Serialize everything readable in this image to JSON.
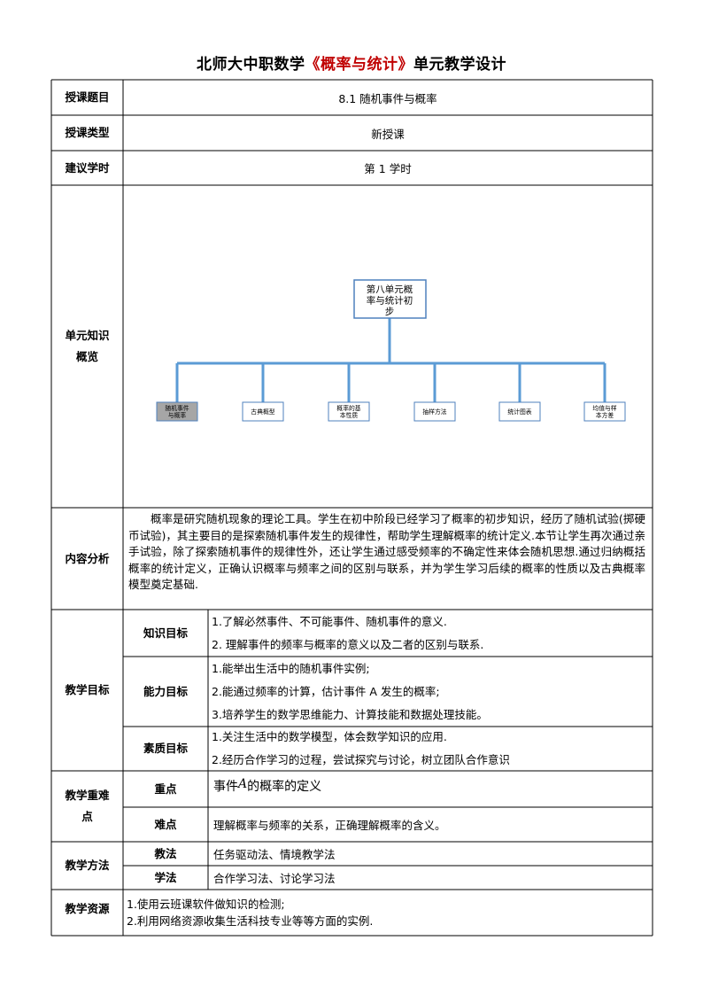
{
  "title": {
    "prefix": "北师大中职数学",
    "highlight": "《概率与统计》",
    "suffix": "单元教学设计"
  },
  "rows": {
    "topic": {
      "label": "授课题目",
      "value": "8.1 随机事件与概率"
    },
    "type": {
      "label": "授课类型",
      "value": "新授课"
    },
    "hours": {
      "label": "建议学时",
      "value": "第 1 学时"
    },
    "overview": {
      "label_line1": "单元知识",
      "label_line2": "概览"
    },
    "analysis": {
      "label": "内容分析",
      "text": "概率是研究随机现象的理论工具。学生在初中阶段已经学习了概率的初步知识，经历了随机试验(掷硬币试验)，其主要目的是探索随机事件发生的规律性，帮助学生理解概率的统计定义.本节让学生再次通过亲手试验，除了探索随机事件的规律性外，还让学生通过感受频率的不确定性来体会随机思想.通过归纳概括概率的统计定义，正确认识概率与频率之间的区别与联系，并为学生学习后续的概率的性质以及古典概率模型奠定基础."
    },
    "goals": {
      "label": "教学目标",
      "knowledge": {
        "label": "知识目标",
        "items": [
          "1.了解必然事件、不可能事件、随机事件的意义.",
          "2. 理解事件的频率与概率的意义以及二者的区别与联系."
        ]
      },
      "ability": {
        "label": "能力目标",
        "items": [
          "1.能举出生活中的随机事件实例;",
          "2.能通过频率的计算，估计事件 A 发生的概率;",
          "3.培养学生的数学思维能力、计算技能和数据处理技能。"
        ]
      },
      "quality": {
        "label": "素质目标",
        "items": [
          "1.关注生活中的数学模型，体会数学知识的应用.",
          "2.经历合作学习的过程，尝试探究与讨论，树立团队合作意识"
        ]
      }
    },
    "keypoints": {
      "label_line1": "教学重难",
      "label_line2": "点",
      "key": {
        "label": "重点",
        "value_prefix": "事件 ",
        "value_var": "A",
        "value_suffix": " 的概率的定义"
      },
      "difficult": {
        "label": "难点",
        "value": "理解概率与频率的关系，正确理解概率的含义。"
      }
    },
    "methods": {
      "label": "教学方法",
      "teach": {
        "label": "教法",
        "value": "任务驱动法、情境教学法"
      },
      "learn": {
        "label": "学法",
        "value": "合作学习法、讨论学习法"
      }
    },
    "resources": {
      "label": "教学资源",
      "items": [
        "1.使用云班课软件做知识的检测;",
        "2.利用网络资源收集生活科技专业等等方面的实例."
      ]
    }
  },
  "diagram": {
    "root": [
      "第八单元概",
      "率与统计初",
      "步"
    ],
    "children": [
      {
        "lines": [
          "随机事件",
          "与概率"
        ],
        "highlight": true
      },
      {
        "lines": [
          "古典概型"
        ],
        "highlight": false
      },
      {
        "lines": [
          "概率的基",
          "本性质"
        ],
        "highlight": false
      },
      {
        "lines": [
          "抽样方法"
        ],
        "highlight": false
      },
      {
        "lines": [
          "统计图表"
        ],
        "highlight": false
      },
      {
        "lines": [
          "均值与样",
          "本方差"
        ],
        "highlight": false
      }
    ],
    "colors": {
      "connector": "#5b9bd5",
      "node_border": "#4f81bd",
      "highlight_fill": "#a6a6a6"
    }
  }
}
